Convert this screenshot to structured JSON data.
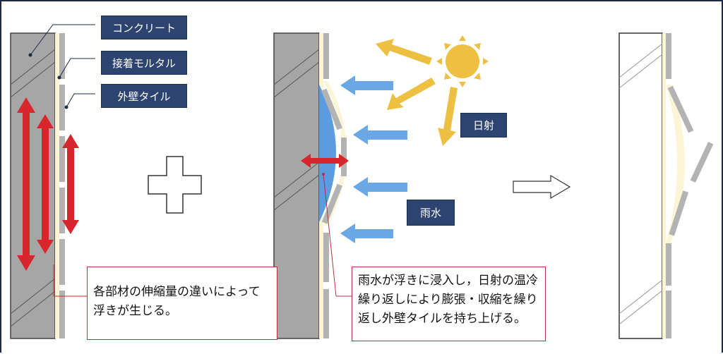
{
  "labels": {
    "concrete": "コンクリート",
    "mortar": "接着モルタル",
    "tile": "外壁タイル",
    "solar": "日射",
    "rain": "雨水"
  },
  "notes": {
    "left": "各部材の伸縮量の違いによって浮きが生じる。",
    "middle": "雨水が浮きに浸入し，日射の温冷繰り返しにより膨張・収縮を繰り返し外壁タイルを持ち上げる。"
  },
  "colors": {
    "label_bg": "#2e4470",
    "red_arrow": "#d9262c",
    "blue_arrow": "#6aa7e6",
    "sun": "#eec042",
    "concrete": "#a6a6a6",
    "mortar": "#fbf5d6",
    "tile": "#b3b3b3"
  }
}
